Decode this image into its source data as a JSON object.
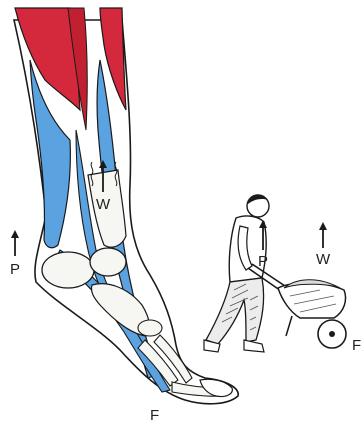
{
  "labels": {
    "leg_effort": "P",
    "leg_load": "W",
    "leg_fulcrum": "F",
    "barrow_effort": "P",
    "barrow_load": "W",
    "barrow_fulcrum": "F"
  },
  "colors": {
    "muscle": "#d4283c",
    "tendon": "#5aa2e0",
    "bone": "#f6f6f2",
    "outline": "#1a1a1a",
    "text": "#222222"
  }
}
